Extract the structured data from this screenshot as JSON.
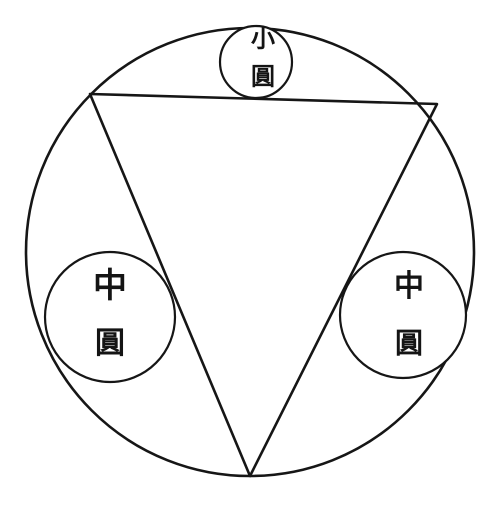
{
  "labels": {
    "top_circle": [
      "小",
      "圓"
    ],
    "left_circle": [
      "中",
      "圓"
    ],
    "right_circle": [
      "中",
      "圓"
    ]
  },
  "colors": {
    "ink": "#161616",
    "paper": "#ffffff"
  }
}
